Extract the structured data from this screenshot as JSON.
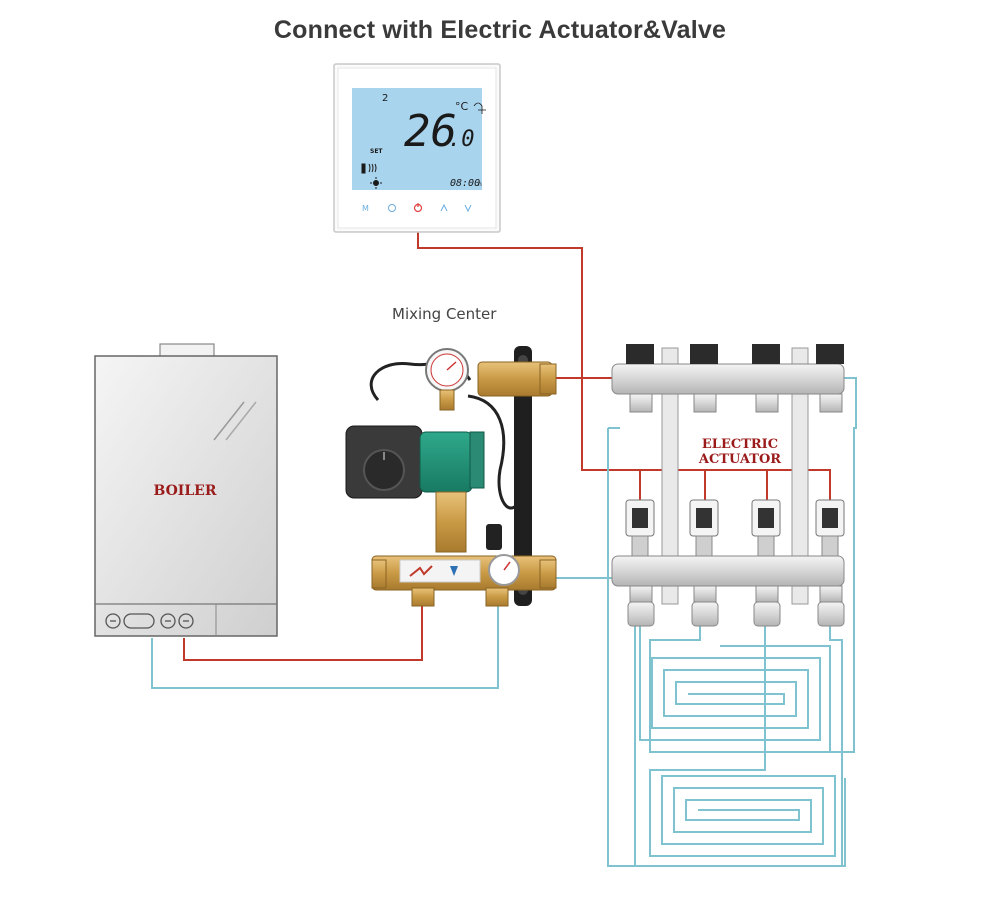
{
  "title": "Connect with Electric Actuator&Valve",
  "mixing_center_label": "Mixing Center",
  "boiler_label": "BOILER",
  "actuator_label_line1": "ELECTRIC",
  "actuator_label_line2": "ACTUATOR",
  "thermostat": {
    "temperature_main": "26",
    "temperature_decimal": ".0",
    "unit": "°C",
    "set_label": "SET",
    "program_number": "2",
    "clock": "08:00",
    "clock_suffix": "h"
  },
  "colors": {
    "supply_pipe": "#c0392b",
    "return_pipe": "#7fc3d0",
    "label_red": "#9b1b1b",
    "lcd_blue": "#a9d4ee"
  }
}
